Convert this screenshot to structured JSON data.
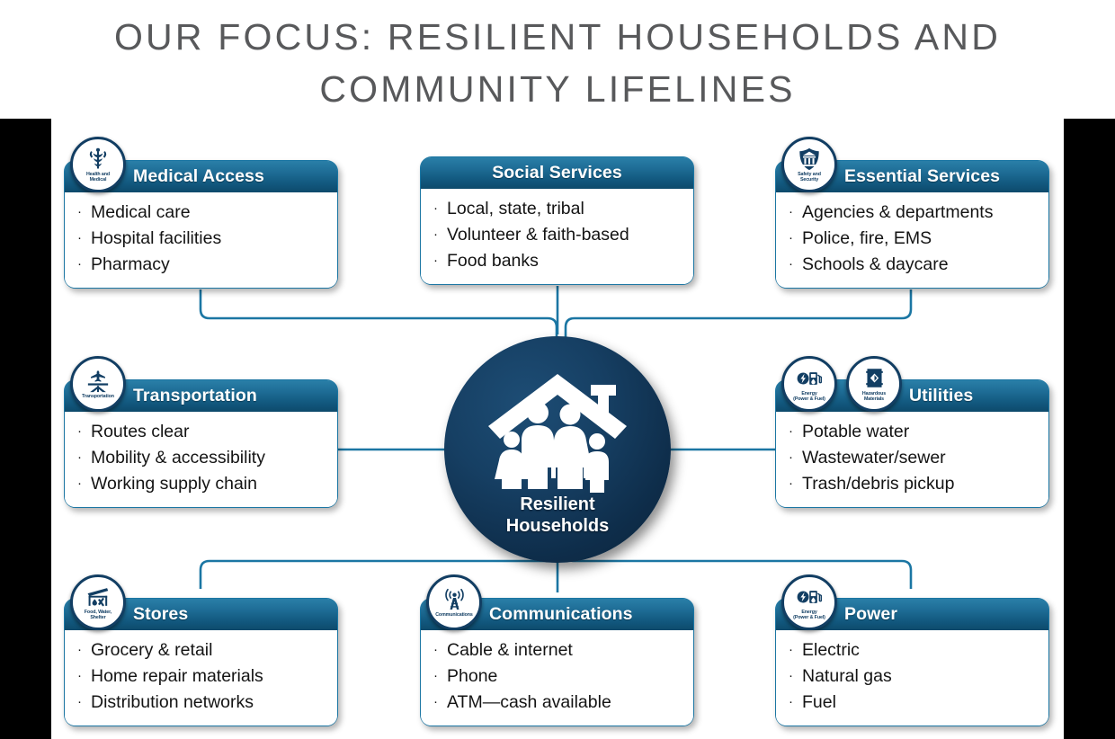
{
  "slide": {
    "title_line1": "OUR FOCUS: RESILIENT HOUSEHOLDS AND",
    "title_line2": "COMMUNITY LIFELINES",
    "title_color": "#58595b",
    "stage_background": "#000000",
    "canvas_background": "#ffffff"
  },
  "hub": {
    "label_line1": "Resilient",
    "label_line2": "Households",
    "icon": "family-under-roof-icon",
    "fill_color": "#12385a"
  },
  "theme": {
    "header_gradient_top": "#2a7fa8",
    "header_gradient_bottom": "#0d4a6b",
    "card_border": "#1b76a3",
    "badge_ring": "#123e63",
    "connector_color": "#1b76a3",
    "body_text": "#141414",
    "bullet_glyph": "·"
  },
  "cards": [
    {
      "id": "medical-access",
      "title": "Medical Access",
      "badges": [
        {
          "icon": "caduceus-icon",
          "caption_line1": "Health and",
          "caption_line2": "Medical"
        }
      ],
      "items": [
        "Medical care",
        "Hospital facilities",
        "Pharmacy"
      ]
    },
    {
      "id": "social-services",
      "title": "Social Services",
      "badges": [],
      "items": [
        "Local, state, tribal",
        "Volunteer & faith-based",
        "Food banks"
      ]
    },
    {
      "id": "essential-services",
      "title": "Essential Services",
      "badges": [
        {
          "icon": "police-shield-icon",
          "caption_line1": "Safety and",
          "caption_line2": "Security"
        }
      ],
      "items": [
        "Agencies & departments",
        "Police, fire, EMS",
        "Schools & daycare"
      ]
    },
    {
      "id": "transportation",
      "title": "Transportation",
      "badges": [
        {
          "icon": "airplane-bridge-icon",
          "caption_line1": "Transportation",
          "caption_line2": ""
        }
      ],
      "items": [
        "Routes clear",
        "Mobility & accessibility",
        "Working supply chain"
      ]
    },
    {
      "id": "utilities",
      "title": "Utilities",
      "badges": [
        {
          "icon": "energy-pump-icon",
          "caption_line1": "Energy",
          "caption_line2": "(Power & Fuel)"
        },
        {
          "icon": "hazardous-drum-icon",
          "caption_line1": "Hazardous",
          "caption_line2": "Materials"
        }
      ],
      "items": [
        "Potable water",
        "Wastewater/sewer",
        "Trash/debris pickup"
      ]
    },
    {
      "id": "stores",
      "title": "Stores",
      "badges": [
        {
          "icon": "food-water-shelter-icon",
          "caption_line1": "Food, Water,",
          "caption_line2": "Shelter"
        }
      ],
      "items": [
        "Grocery & retail",
        "Home repair materials",
        "Distribution networks"
      ]
    },
    {
      "id": "communications",
      "title": "Communications",
      "badges": [
        {
          "icon": "radio-tower-icon",
          "caption_line1": "Communications",
          "caption_line2": ""
        }
      ],
      "items": [
        "Cable & internet",
        "Phone",
        "ATM—cash available"
      ]
    },
    {
      "id": "power",
      "title": "Power",
      "badges": [
        {
          "icon": "energy-pump-icon",
          "caption_line1": "Energy",
          "caption_line2": "(Power & Fuel)"
        }
      ],
      "items": [
        "Electric",
        "Natural gas",
        "Fuel"
      ]
    }
  ]
}
